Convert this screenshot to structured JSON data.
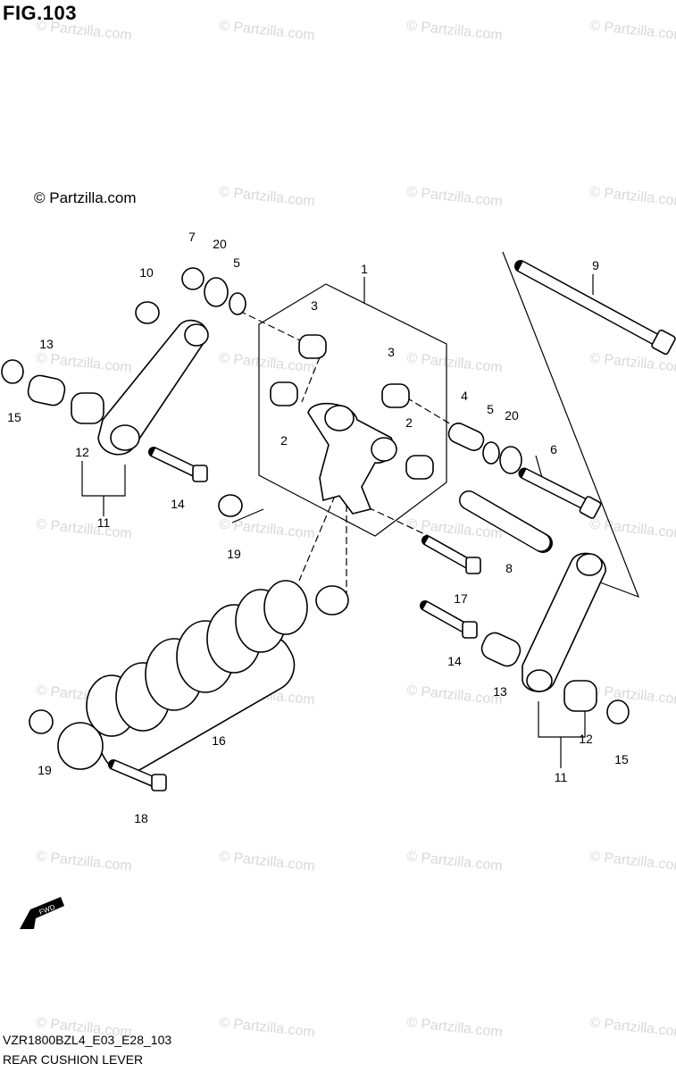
{
  "figure": {
    "title": "FIG.103",
    "copyright": "© Partzilla.com",
    "watermark_text": "© Partzilla.com",
    "model_code": "VZR1800BZL4_E03_E28_103",
    "caption": "REAR CUSHION LEVER",
    "fwd_label": "FWD"
  },
  "callouts": {
    "c1": "1",
    "c2a": "2",
    "c2b": "2",
    "c3a": "3",
    "c3b": "3",
    "c4": "4",
    "c5a": "5",
    "c5b": "5",
    "c6": "6",
    "c7": "7",
    "c8": "8",
    "c9": "9",
    "c10": "10",
    "c11a": "11",
    "c11b": "11",
    "c12a": "12",
    "c12b": "12",
    "c13a": "13",
    "c13b": "13",
    "c14a": "14",
    "c14b": "14",
    "c15a": "15",
    "c15b": "15",
    "c16": "16",
    "c17": "17",
    "c18": "18",
    "c19a": "19",
    "c19b": "19",
    "c20a": "20",
    "c20b": "20"
  }
}
